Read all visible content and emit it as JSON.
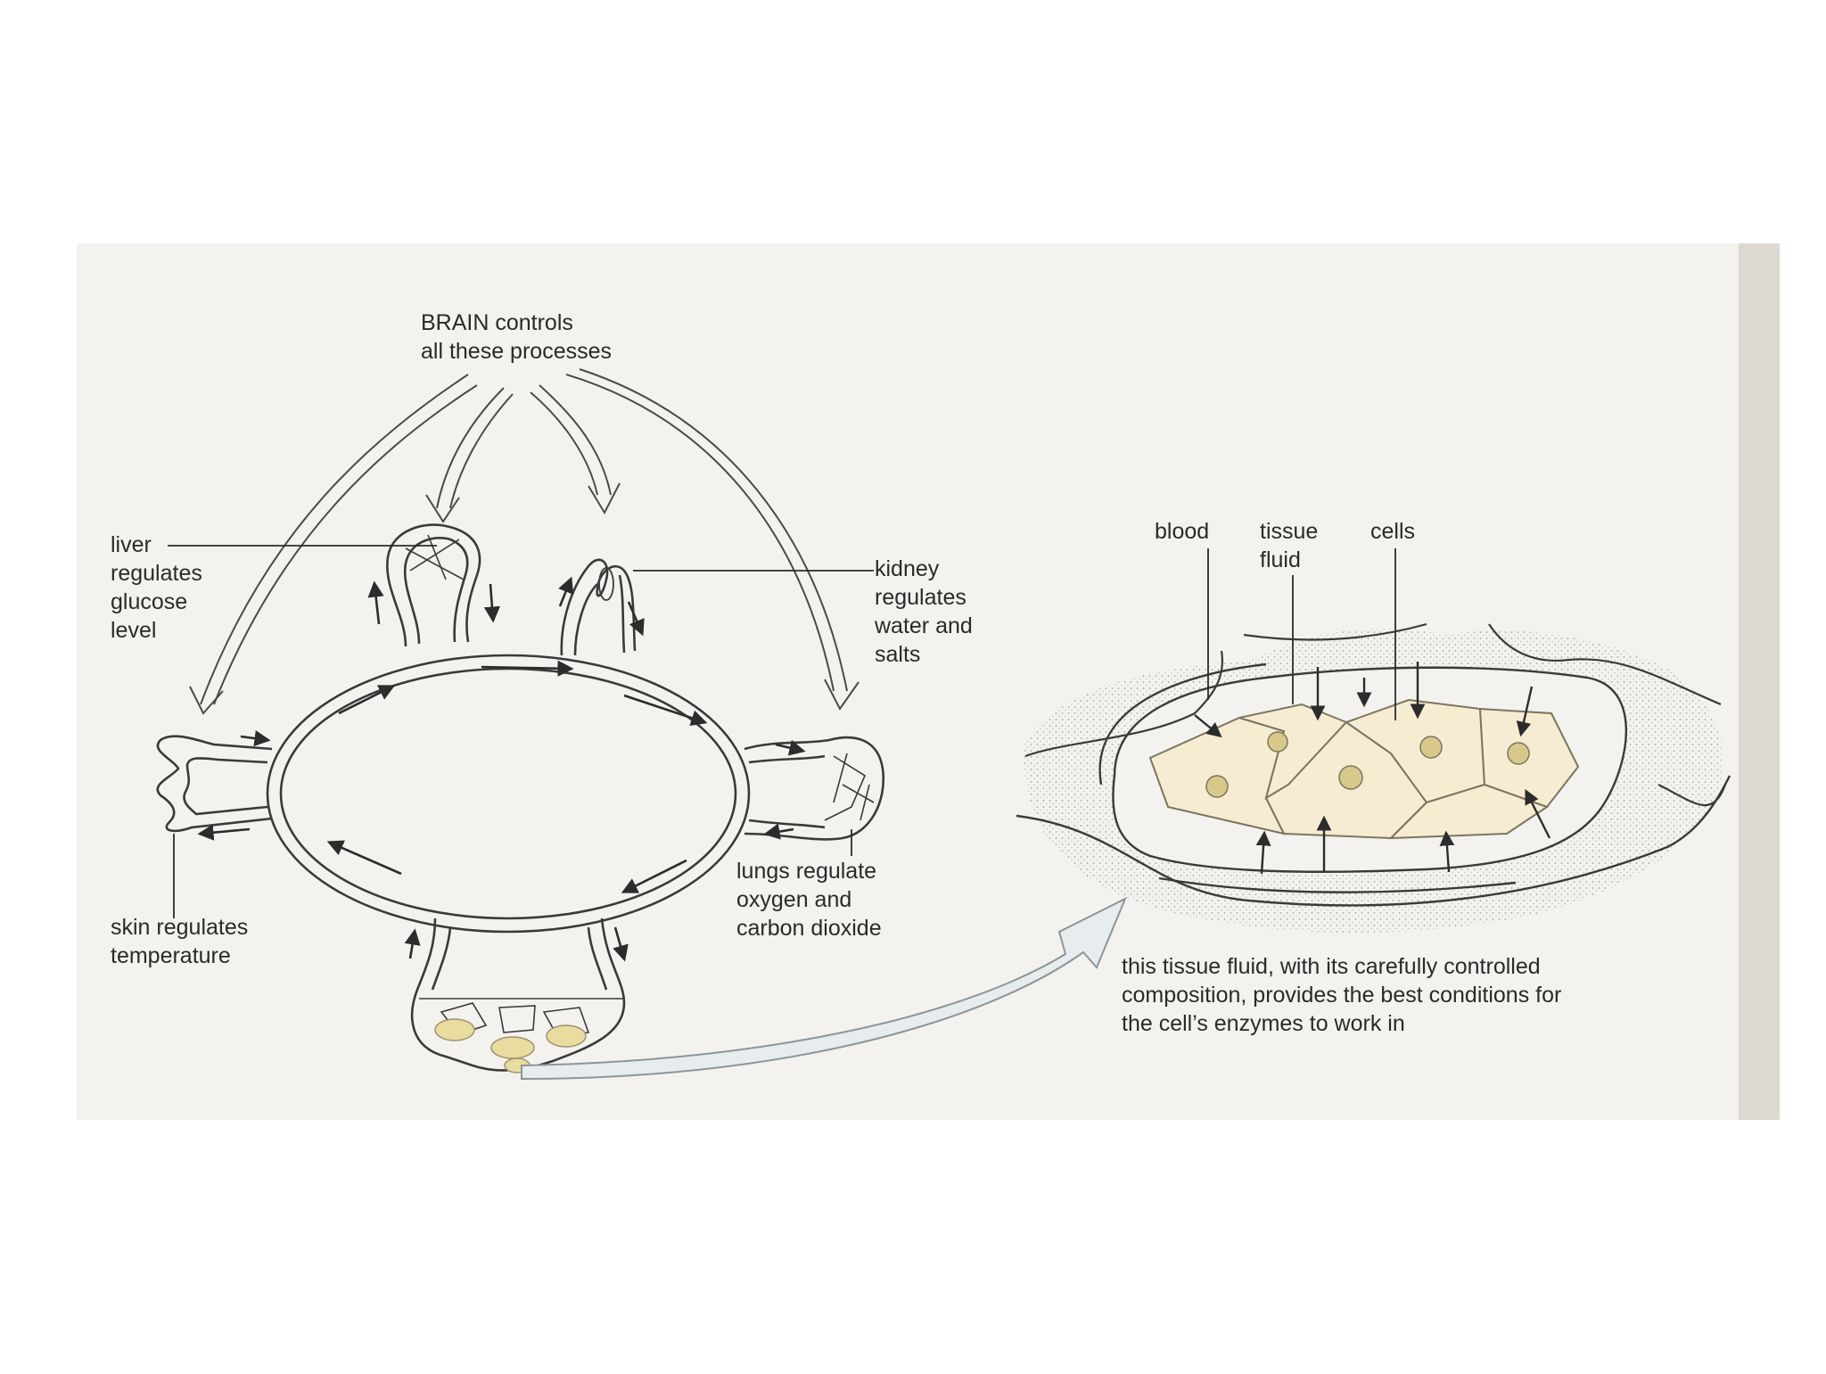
{
  "colors": {
    "page": "#ffffff",
    "panel": "#f4f2ef",
    "page_edge": "#ddd8d0",
    "line": "#3a3a3a",
    "cell_fill": "#f6ecd2",
    "nucleus": "#d8c98a",
    "tissue_stipple": "#cfcac6",
    "big_arrow": "#e7ecee"
  },
  "labels": {
    "brain": [
      "BRAIN controls",
      "all these processes"
    ],
    "liver": [
      "liver",
      "regulates",
      "glucose",
      "level"
    ],
    "kidney": [
      "kidney",
      "regulates",
      "water and",
      "salts"
    ],
    "skin": [
      "skin regulates",
      "temperature"
    ],
    "lungs": [
      "lungs regulate",
      "oxygen and",
      "carbon dioxide"
    ],
    "blood": [
      "blood"
    ],
    "tissue_fluid": [
      "tissue",
      "fluid"
    ],
    "cells": [
      "cells"
    ],
    "caption": [
      "this tissue fluid, with its carefully controlled",
      "composition, provides the best conditions for",
      "the cell’s enzymes to work in"
    ]
  }
}
